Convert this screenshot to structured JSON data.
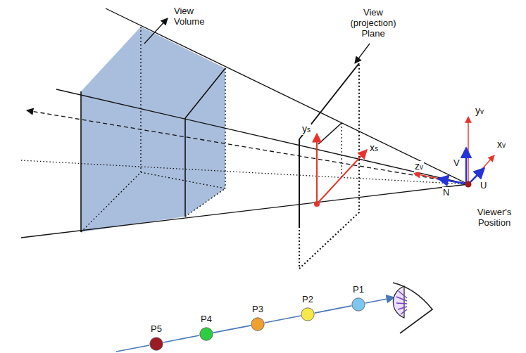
{
  "diagram": {
    "nodes": [
      {
        "text": [
          "P5"
        ]
      },
      {
        "text": [
          "P4"
        ]
      },
      {
        "text": [
          "P3"
        ]
      },
      {
        "text": [
          "P2"
        ]
      },
      {
        "text": [
          "P1"
        ]
      }
    ],
    "edges": [
      {
        "from": 0,
        "to": 1,
        "arrow": "none"
      },
      {
        "from": 1,
        "to": 2,
        "arrow": "none"
      },
      {
        "from": 2,
        "to": 3,
        "arrow": "none"
      },
      {
        "from": 3,
        "to": 4,
        "arrow": "none"
      }
    ],
    "labels": [
      "View Volume",
      "View (projection) Plane",
      "ys",
      "xs",
      "yv",
      "xv",
      "zv",
      "V",
      "U",
      "N",
      "Viewer's Position"
    ]
  }
}
